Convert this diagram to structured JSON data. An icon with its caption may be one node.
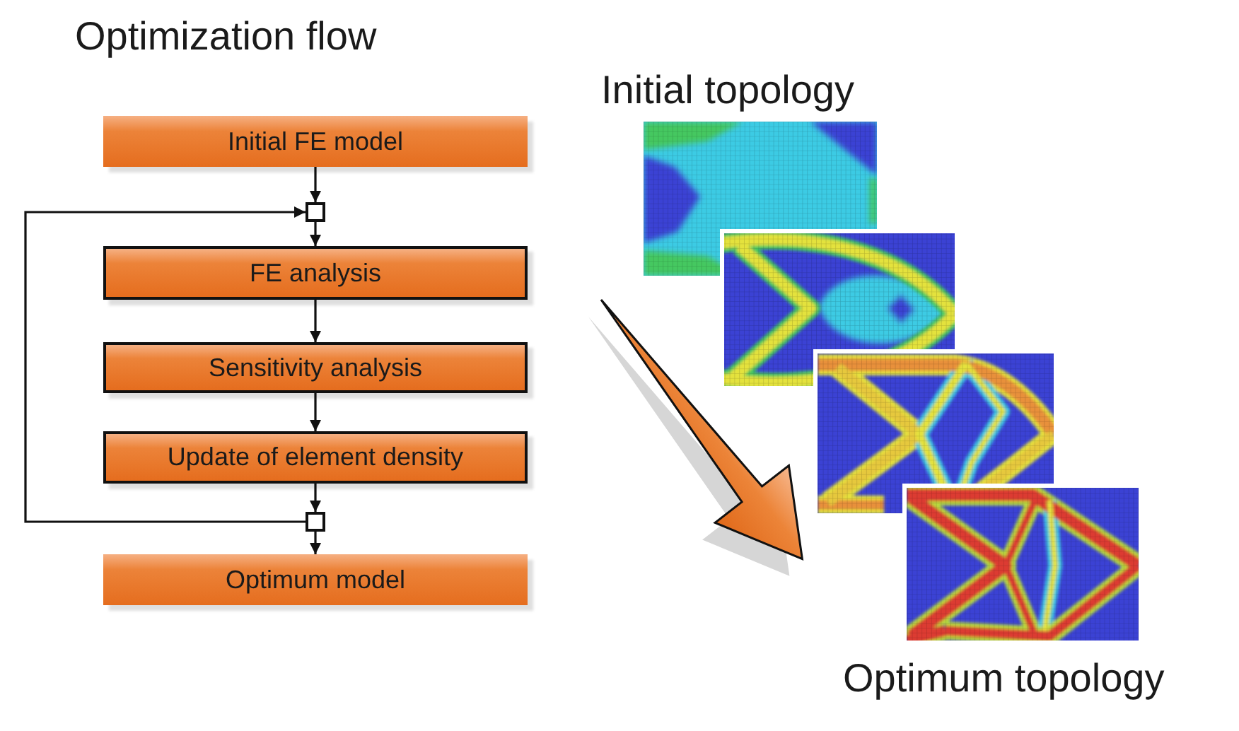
{
  "diagram": {
    "title": "Optimization flow",
    "nodes": [
      {
        "text": [
          "Initial FE model"
        ]
      },
      {
        "text": [],
        "shape": "box"
      },
      {
        "text": [
          "FE analysis"
        ]
      },
      {
        "text": [
          "Sensitivity analysis"
        ]
      },
      {
        "text": [
          "Update of element density"
        ]
      },
      {
        "text": [],
        "shape": "box"
      },
      {
        "text": [
          "Optimum model"
        ]
      }
    ],
    "edges": [
      {
        "from": 0,
        "to": 1,
        "arrow": "to"
      },
      {
        "from": 1,
        "to": 2,
        "arrow": "to"
      },
      {
        "from": 2,
        "to": 3,
        "arrow": "to"
      },
      {
        "from": 3,
        "to": 4,
        "arrow": "to"
      },
      {
        "from": 4,
        "to": 5,
        "arrow": "to"
      },
      {
        "from": 5,
        "to": 1,
        "arrow": "to"
      },
      {
        "from": 5,
        "to": 6,
        "arrow": "to"
      }
    ],
    "labels": [
      "Initial topology",
      "Optimum topology"
    ]
  }
}
